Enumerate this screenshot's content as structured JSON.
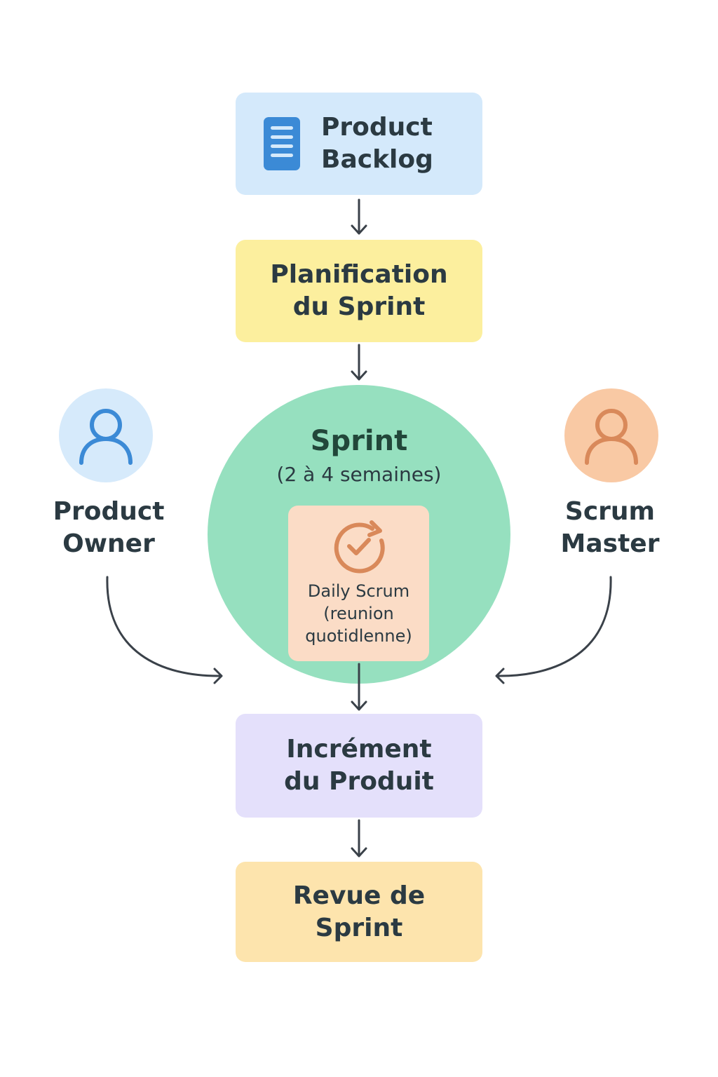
{
  "nodes": {
    "product_backlog": {
      "line1": "Product",
      "line2": "Backlog",
      "icon": "document-list-icon"
    },
    "sprint_planning": {
      "line1": "Planification",
      "line2": "du Sprint"
    },
    "sprint": {
      "title": "Sprint",
      "duration": "(2 à 4 semaines)"
    },
    "daily_scrum": {
      "line1": "Daily Scrum",
      "line2": "(reunion",
      "line3": "quotidlenne)",
      "icon": "refresh-check-icon"
    },
    "increment": {
      "line1": "Incrément",
      "line2": "du Produit"
    },
    "sprint_review": {
      "line1": "Revue de",
      "line2": "Sprint"
    }
  },
  "roles": {
    "product_owner": {
      "line1": "Product",
      "line2": "Owner",
      "icon": "user-icon",
      "color": "#3b8ad6"
    },
    "scrum_master": {
      "line1": "Scrum",
      "line2": "Master",
      "icon": "user-icon",
      "color": "#d9895a"
    }
  },
  "colors": {
    "backlog": "#d4e9fb",
    "planning": "#fcef9e",
    "sprint": "#96e0bf",
    "daily": "#fbdcc6",
    "increment": "#e4e0fb",
    "review": "#fde4ad",
    "arrow": "#3a4149"
  }
}
